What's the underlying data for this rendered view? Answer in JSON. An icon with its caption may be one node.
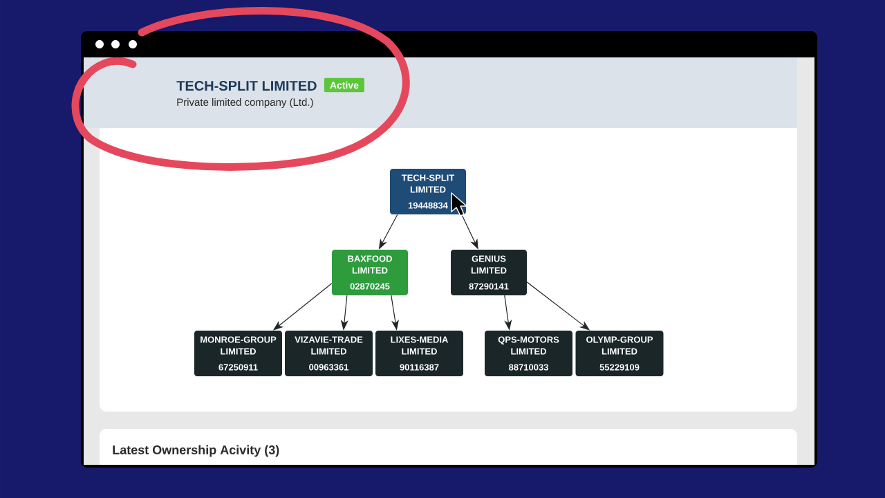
{
  "diagram": {
    "nodes": [
      {
        "text": [
          "TECH-SPLIT LIMITED",
          "19448834"
        ]
      },
      {
        "text": [
          "BAXFOOD LIMITED",
          "02870245"
        ]
      },
      {
        "text": [
          "GENIUS LIMITED",
          "87290141"
        ]
      },
      {
        "text": [
          "MONROE-GROUP LIMITED",
          "67250911"
        ]
      },
      {
        "text": [
          "VIZAVIE-TRADE LIMITED",
          "00963361"
        ]
      },
      {
        "text": [
          "LIXES-MEDIA LIMITED",
          "90116387"
        ]
      },
      {
        "text": [
          "QPS-MOTORS LIMITED",
          "88710033"
        ]
      },
      {
        "text": [
          "OLYMP-GROUP LIMITED",
          "55229109"
        ]
      }
    ],
    "edges": [
      {
        "from": 0,
        "to": 1,
        "arrow": "to"
      },
      {
        "from": 0,
        "to": 2,
        "arrow": "to"
      },
      {
        "from": 1,
        "to": 3,
        "arrow": "to"
      },
      {
        "from": 1,
        "to": 4,
        "arrow": "to"
      },
      {
        "from": 1,
        "to": 5,
        "arrow": "to"
      },
      {
        "from": 2,
        "to": 6,
        "arrow": "to"
      },
      {
        "from": 2,
        "to": 7,
        "arrow": "to"
      }
    ],
    "labels": [
      "TECH-SPLIT LIMITED",
      "Active",
      "Private limited company (Ltd.)",
      "Latest Ownership Acivity (3)"
    ]
  }
}
